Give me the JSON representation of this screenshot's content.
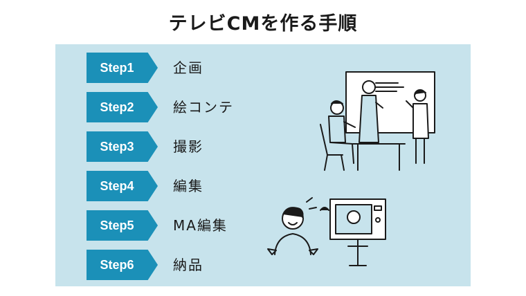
{
  "title": "テレビCMを作る手順",
  "steps": [
    {
      "label": "Step1",
      "text": "企画"
    },
    {
      "label": "Step2",
      "text": "絵コンテ"
    },
    {
      "label": "Step3",
      "text": "撮影"
    },
    {
      "label": "Step4",
      "text": "編集"
    },
    {
      "label": "Step5",
      "text": "MA編集"
    },
    {
      "label": "Step6",
      "text": "納品"
    }
  ],
  "colors": {
    "panel_background": "#c7e3ec",
    "step_badge": "#1b90b8",
    "step_badge_text": "#ffffff"
  },
  "illustrations": [
    "meeting-whiteboard-illustration",
    "camera-filming-illustration"
  ]
}
